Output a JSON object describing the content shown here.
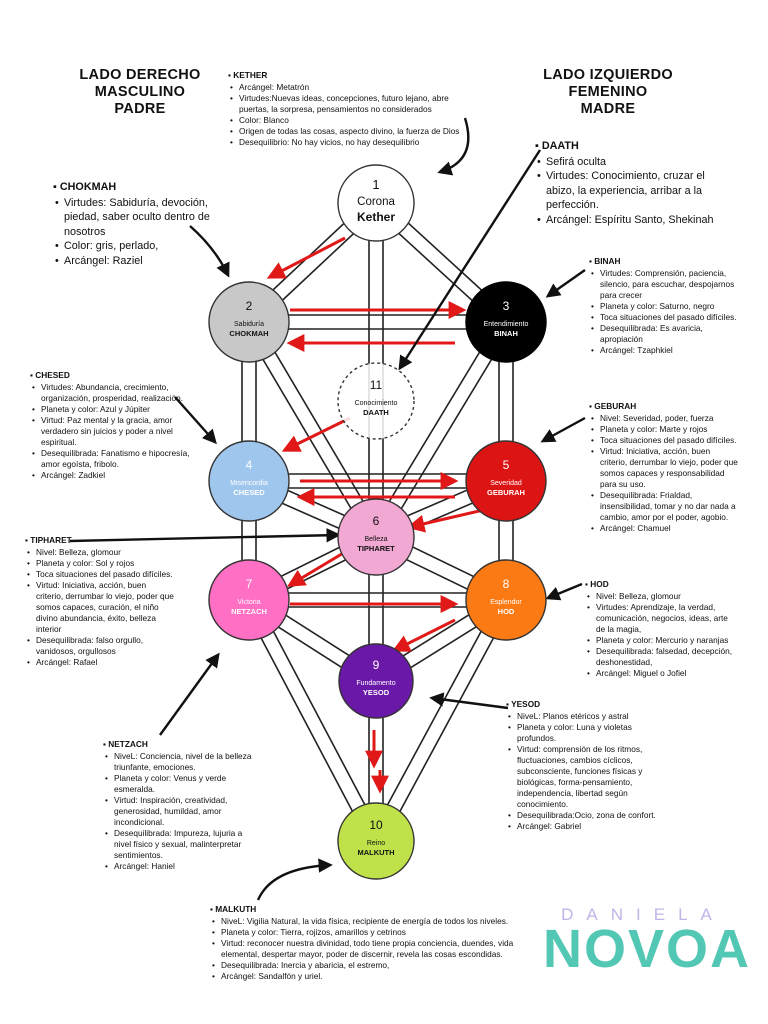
{
  "headings": {
    "right": [
      "LADO DERECHO",
      "MASCULINO",
      "PADRE"
    ],
    "left": [
      "LADO IZQUIERDO",
      "FEMENINO",
      "MADRE"
    ]
  },
  "colors": {
    "kether": "#ffffff",
    "chokmah": "#c8c8c8",
    "binah": "#000000",
    "daath": "#ffffff",
    "chesed": "#9fc6ec",
    "geburah": "#dd1414",
    "tipharet": "#f1a8d2",
    "netzach": "#ff6fc4",
    "hod": "#fb7a14",
    "yesod": "#6a18a8",
    "malkuth": "#bfe24a",
    "arrow": "#e01818"
  },
  "sefirot": [
    {
      "id": "kether",
      "number": "1",
      "name": "Corona",
      "hebrew": "Kether"
    },
    {
      "id": "chokmah",
      "number": "2",
      "name": "Sabiduría",
      "hebrew": "CHOKMAH"
    },
    {
      "id": "binah",
      "number": "3",
      "name": "Entendimiento",
      "hebrew": "BINAH"
    },
    {
      "id": "chesed",
      "number": "4",
      "name": "Misericordia",
      "hebrew": "CHESED"
    },
    {
      "id": "geburah",
      "number": "5",
      "name": "Severidad",
      "hebrew": "GEBURAH"
    },
    {
      "id": "tipharet",
      "number": "6",
      "name": "Belleza",
      "hebrew": "TIPHARET"
    },
    {
      "id": "netzach",
      "number": "7",
      "name": "Victoria",
      "hebrew": "NETZACH"
    },
    {
      "id": "hod",
      "number": "8",
      "name": "Esplendor",
      "hebrew": "HOD"
    },
    {
      "id": "yesod",
      "number": "9",
      "name": "Fundamento",
      "hebrew": "YESOD"
    },
    {
      "id": "malkuth",
      "number": "10",
      "name": "Reino",
      "hebrew": "MALKUTH"
    },
    {
      "id": "daath",
      "number": "11",
      "name": "Conocimiento",
      "hebrew": "DAATH"
    }
  ],
  "boxes": {
    "kether": {
      "title": "KETHER",
      "items": [
        "Arcángel: Metatrón",
        "Virtudes:Nuevas ideas, concepciones, futuro lejano, abre puertas, la sorpresa, pensamientos no considerados",
        "Color: Blanco",
        "Origen de todas las cosas, aspecto divino, la fuerza de Dios",
        "Desequilibrio: No hay vicios, no hay desequilibrio"
      ]
    },
    "daath": {
      "title": "DAATH",
      "items": [
        "Sefirá oculta",
        "Virtudes: Conocimiento, cruzar el abizo, la experiencia, arribar a la perfección.",
        "Arcángel: Espíritu Santo, Shekinah"
      ]
    },
    "chokmah": {
      "title": "CHOKMAH",
      "items": [
        "Virtudes: Sabiduría, devoción, piedad, saber oculto dentro de nosotros",
        "Color: gris, perlado,",
        "Arcángel: Raziel"
      ]
    },
    "binah": {
      "title": "BINAH",
      "items": [
        "Virtudes: Comprensión, paciencia, silencio, para escuchar, despojarnos para crecer",
        "Planeta y color: Saturno, negro",
        "Toca situaciones del pasado difíciles.",
        "Desequilibrada: Es avaricia, apropiación",
        "Arcángel: Tzaphkiel"
      ]
    },
    "chesed": {
      "title": "CHESED",
      "items": [
        "Virtudes: Abundancia, crecimiento, organización, prosperidad, realización.",
        "Planeta y color: Azul y Júpiter",
        "Virtud: Paz mental y la gracia, amor verdadero sin juicios y poder a nivel espiritual.",
        "Desequilibrada: Fanatismo e hipocresía, amor egoísta, fribolo.",
        "Arcángel: Zadkiel"
      ]
    },
    "geburah": {
      "title": "GEBURAH",
      "items": [
        "Nivel: Severidad, poder, fuerza",
        "Planeta y color: Marte y rojos",
        "Toca situaciones del pasado difíciles.",
        "Virtud: Iniciativa, acción, buen criterio, derrumbar lo viejo, poder que somos capaces y responsabilidad para su uso.",
        "Desequilibrada: Frialdad, insensibilidad, tomar y no dar nada a cambio, amor por el poder, agobio.",
        "Arcángel: Chamuel"
      ]
    },
    "tipharet": {
      "title": "TIPHARET",
      "items": [
        "Nivel: Belleza, glomour",
        "Planeta y color: Sol y rojos",
        "Toca situaciones del pasado difíciles.",
        "Virtud: Iniciativa, acción, buen criterio, derrumbar lo viejo, poder que somos capaces, curación, el niño divino abundancia, éxito, belleza interior",
        "Desequilibrada: falso orgullo, vanidosos, orgullosos",
        "Arcángel: Rafael"
      ]
    },
    "hod": {
      "title": "HOD",
      "items": [
        "Nivel: Belleza, glomour",
        "Virtudes: Aprendizaje, la verdad, comunicación, negocios, ideas, arte de la magia,",
        "Planeta y color: Mercurio y naranjas",
        "Desequilibrada: falsedad, decepción, deshonestidad,",
        "Arcángel: Miguel o Jofiel"
      ]
    },
    "yesod": {
      "title": "YESOD",
      "items": [
        "NiveL: Planos etéricos y astral",
        "Planeta y color: Luna y violetas profundos.",
        "Virtud: comprensión de los ritmos, fluctuaciones, cambios cíclicos, subconsciente, funciones físicas y biológicas, forma-pensamiento, independencia, libertad según conocimiento.",
        "Desequilibrada:Ocio, zona de confort.",
        "Arcángel: Gabriel"
      ]
    },
    "netzach": {
      "title": "NETZACH",
      "items": [
        "NiveL: Conciencia, nivel de la belleza triunfante, emociones.",
        "Planeta y color: Venus y verde esmeralda.",
        "Virtud: Inspiración, creatividad, generosidad, humildad, amor incondicional.",
        "Desequilibrada: Impureza, lujuria a nivel físico y sexual, malinterpretar sentimientos.",
        "Arcángel: Haniel"
      ]
    },
    "malkuth": {
      "title": "MALKUTH",
      "items": [
        "NiveL: Vigilia Natural, la vida física, recipiente de energía de todos los niveles.",
        "Planeta y color: Tierra, rojizos, amarillos y cetrinos",
        "Virtud: reconocer nuestra divinidad, todo tiene propia conciencia, duendes, vida elemental, despertar mayor, poder de discernir, revela las cosas escondidas.",
        "Desequilibrada: Inercia y abaricia, el estremo,",
        "Arcángel: Sandalfón y uriel."
      ]
    }
  },
  "logo": {
    "top": "DANIELA",
    "main": "NOVOA"
  }
}
